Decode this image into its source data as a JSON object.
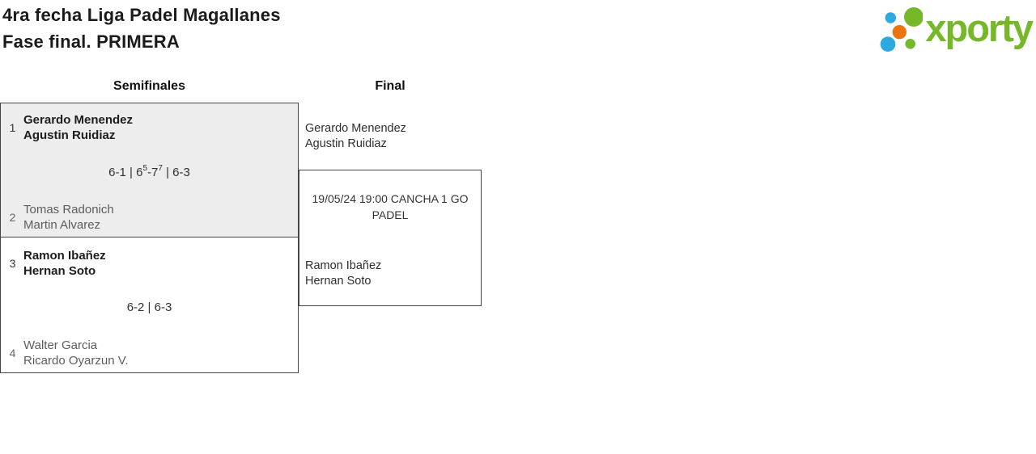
{
  "page": {
    "title_line1": "4ra fecha Liga Padel Magallanes",
    "title_line2": "Fase final. PRIMERA"
  },
  "logo": {
    "text": "xporty",
    "colors": {
      "green": "#77b82b",
      "blue": "#2ba9e0",
      "orange": "#e87511"
    }
  },
  "bracket": {
    "rounds": [
      {
        "label": "Semifinales"
      },
      {
        "label": "Final"
      }
    ],
    "semifinals": [
      {
        "top": {
          "seed": "1",
          "players": [
            "Gerardo Menendez",
            "Agustin Ruidiaz"
          ],
          "winner": true
        },
        "score": "6-1 | 6^5-7^7 | 6-3",
        "bottom": {
          "seed": "2",
          "players": [
            "Tomas Radonich",
            "Martin Alvarez"
          ],
          "winner": false
        }
      },
      {
        "top": {
          "seed": "3",
          "players": [
            "Ramon Ibañez",
            "Hernan Soto"
          ],
          "winner": true
        },
        "score": "6-2 | 6-3",
        "bottom": {
          "seed": "4",
          "players": [
            "Walter Garcia",
            "Ricardo Oyarzun V."
          ],
          "winner": false
        }
      }
    ],
    "final": {
      "top_players": [
        "Gerardo Menendez",
        "Agustin Ruidiaz"
      ],
      "schedule": "19/05/24 19:00 CANCHA 1 GO PADEL",
      "bottom_players": [
        "Ramon Ibañez",
        "Hernan Soto"
      ]
    }
  }
}
